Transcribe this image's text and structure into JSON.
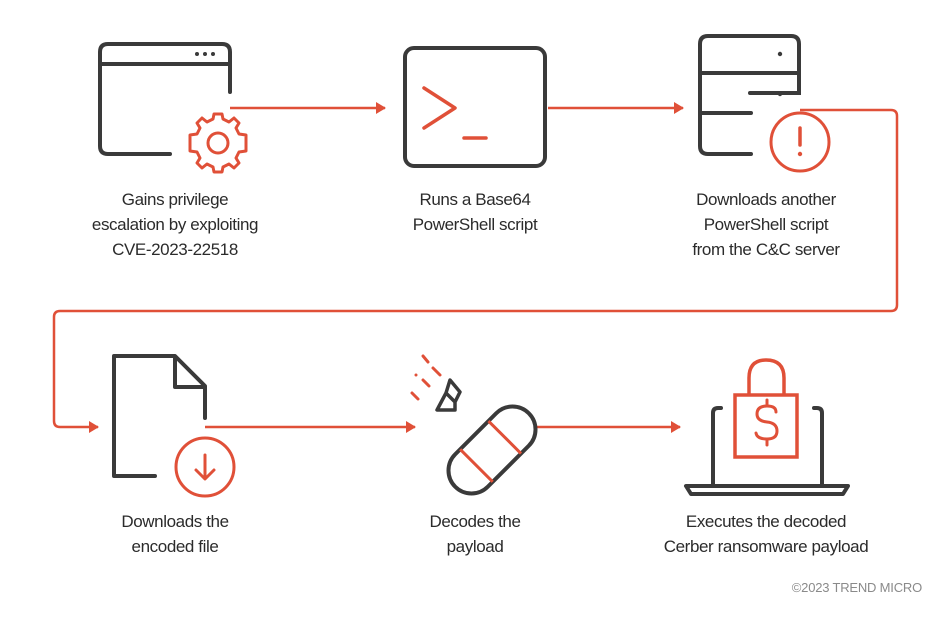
{
  "colors": {
    "accent": "#e05038",
    "icon_dark": "#3a3a3a",
    "text": "#2b2b2b",
    "muted": "#8a8a8a"
  },
  "steps": [
    {
      "icon": "browser-gear-icon",
      "lines": [
        "Gains privilege",
        "escalation by exploiting",
        "CVE-2023-22518"
      ]
    },
    {
      "icon": "terminal-icon",
      "lines": [
        "Runs a Base64",
        "PowerShell script"
      ]
    },
    {
      "icon": "server-alert-icon",
      "lines": [
        "Downloads another",
        "PowerShell script",
        "from the C&C server"
      ]
    },
    {
      "icon": "file-download-icon",
      "lines": [
        "Downloads the",
        "encoded file"
      ]
    },
    {
      "icon": "bomb-icon",
      "lines": [
        "Decodes the",
        "payload"
      ]
    },
    {
      "icon": "laptop-lock-dollar-icon",
      "lines": [
        "Executes the decoded",
        "Cerber ransomware payload"
      ]
    }
  ],
  "footer": {
    "copyright": "©2023 TREND MICRO"
  }
}
